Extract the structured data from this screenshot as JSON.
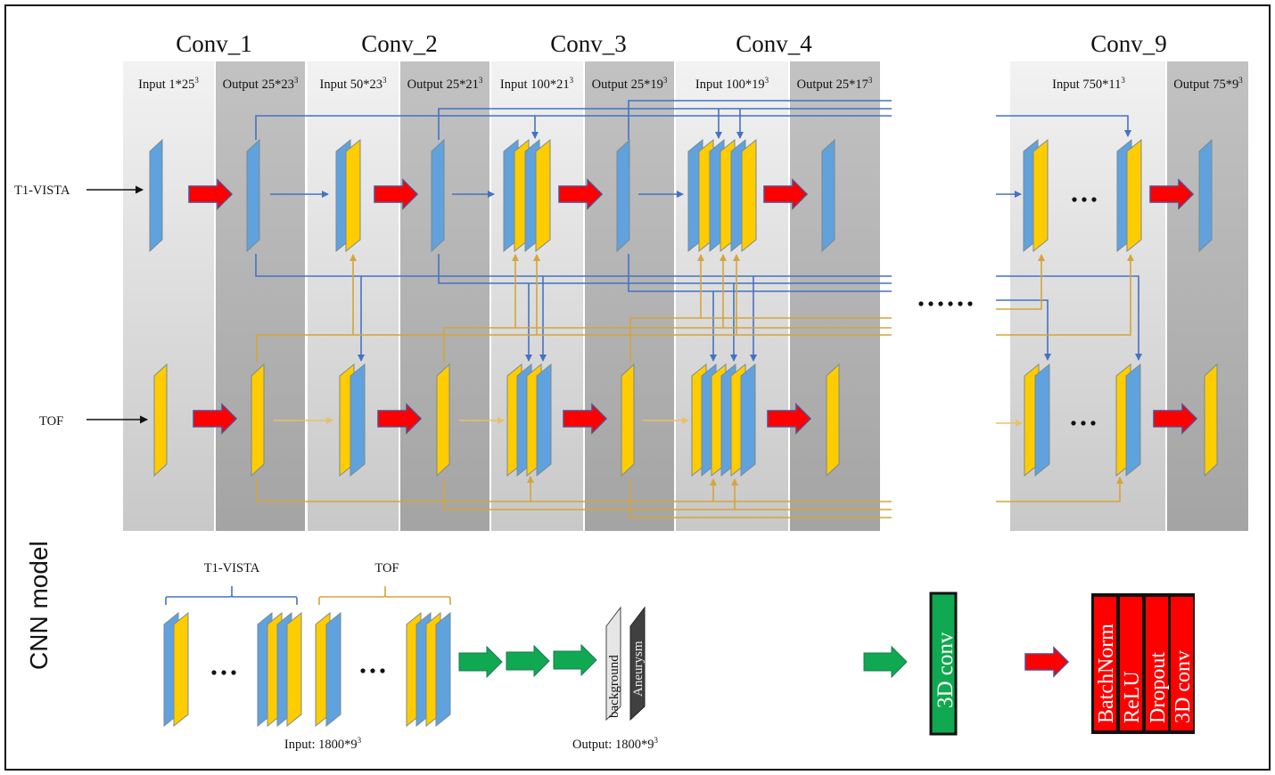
{
  "figure": {
    "side_title": "CNN model",
    "inputs": {
      "top": "T1-VISTA",
      "bottom": "TOF"
    },
    "ellipsis_between": "......",
    "blocks": [
      {
        "title": "Conv_1",
        "input": "Input 1*25",
        "input_exp": "3",
        "output": "Output 25*23",
        "output_exp": "3"
      },
      {
        "title": "Conv_2",
        "input": "Input 50*23",
        "input_exp": "3",
        "output": "Output 25*21",
        "output_exp": "3"
      },
      {
        "title": "Conv_3",
        "input": "Input 100*21",
        "input_exp": "3",
        "output": "Output 25*19",
        "output_exp": "3"
      },
      {
        "title": "Conv_4",
        "input": "Input 100*19",
        "input_exp": "3",
        "output": "Output 25*17",
        "output_exp": "3"
      },
      {
        "title": "Conv_9",
        "input": "Input 750*11",
        "input_exp": "3",
        "output": "Output 75*9",
        "output_exp": "3"
      }
    ],
    "bottom": {
      "group_top": "T1-VISTA",
      "group_bottom": "TOF",
      "input_label": "Input: 1800*9",
      "input_exp": "3",
      "output_label": "Output: 1800*9",
      "output_exp": "3",
      "output_classes": [
        "background",
        "Aneurysm"
      ]
    },
    "legend": {
      "green_block": "3D conv",
      "red_block": [
        "BatchNorm",
        "ReLU",
        "Dropout",
        "3D conv"
      ]
    },
    "colors": {
      "blue": "#5fa2de",
      "yellow": "#ffcc00",
      "blue_line": "#4472c4",
      "gold_line": "#d4a53a",
      "red_arrow": "#ff0000",
      "green": "#10a850",
      "dark_output": "#404040"
    }
  }
}
